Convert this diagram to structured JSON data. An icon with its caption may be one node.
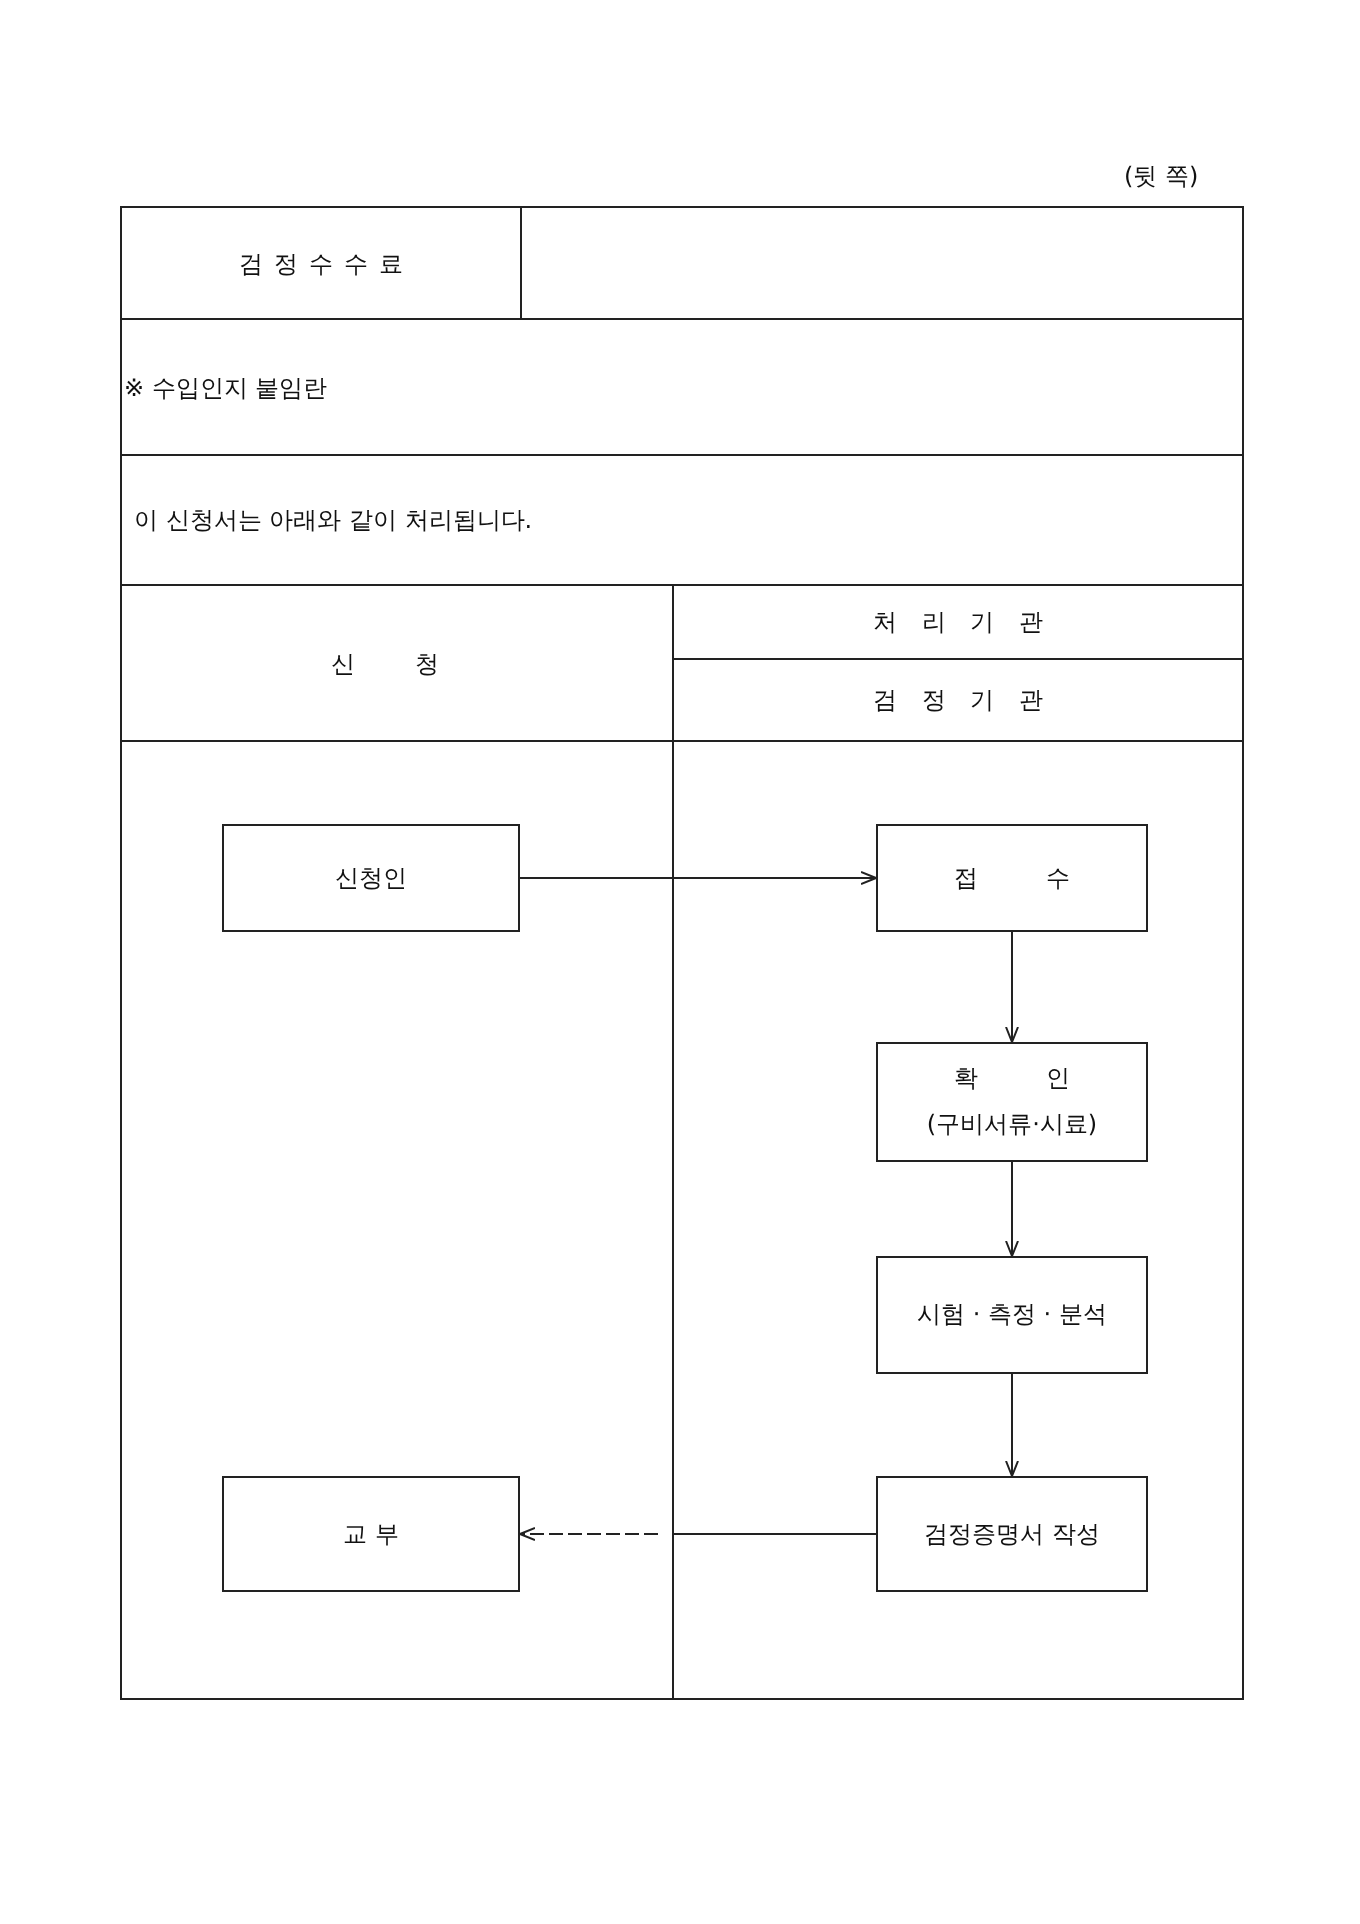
{
  "diagram": {
    "nodes": [
      {
        "text": [
          "신청인"
        ]
      },
      {
        "text": [
          "접 수"
        ]
      },
      {
        "text": [
          "확 인",
          "(구비서류·시료)"
        ]
      },
      {
        "text": [
          "시험 · 측정 · 분석"
        ]
      },
      {
        "text": [
          "검정증명서 작성"
        ]
      },
      {
        "text": [
          "교 부"
        ]
      }
    ],
    "edges": [
      {
        "from": 0,
        "to": 1,
        "arrow": "to"
      },
      {
        "from": 1,
        "to": 2,
        "arrow": "to"
      },
      {
        "from": 2,
        "to": 3,
        "arrow": "to"
      },
      {
        "from": 3,
        "to": 4,
        "arrow": "to"
      },
      {
        "from": 4,
        "to": 5,
        "arrow": "to",
        "style": "dashed"
      }
    ],
    "labels": [
      "(뒷 쪽)",
      "검 정 수 수 료",
      "※ 수입인지 붙임란",
      "이 신청서는 아래와 같이 처리됩니다.",
      "신 청",
      "처 리 기 관",
      "검 정 기 관"
    ]
  }
}
